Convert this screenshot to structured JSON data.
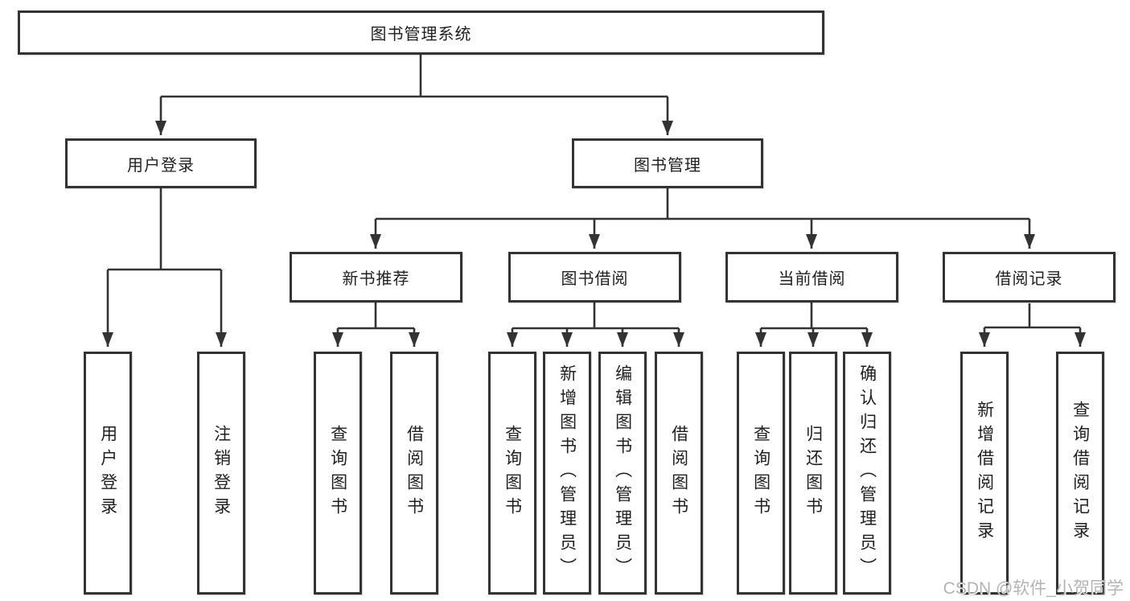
{
  "diagram_title": "图书管理系统",
  "tree": {
    "root": {
      "label": "图书管理系统"
    },
    "branches": [
      {
        "label": "用户登录",
        "children": [
          {
            "label": "用户登录"
          },
          {
            "label": "注销登录"
          }
        ]
      },
      {
        "label": "图书管理",
        "children": [
          {
            "label": "新书推荐",
            "children": [
              {
                "label": "查询图书"
              },
              {
                "label": "借阅图书"
              }
            ]
          },
          {
            "label": "图书借阅",
            "children": [
              {
                "label": "查询图书"
              },
              {
                "label": "新增图书（管理员）"
              },
              {
                "label": "编辑图书（管理员）"
              },
              {
                "label": "借阅图书"
              }
            ]
          },
          {
            "label": "当前借阅",
            "children": [
              {
                "label": "查询图书"
              },
              {
                "label": "归还图书"
              },
              {
                "label": "确认归还（管理员）"
              }
            ]
          },
          {
            "label": "借阅记录",
            "children": [
              {
                "label": "新增借阅记录"
              },
              {
                "label": "查询借阅记录"
              }
            ]
          }
        ]
      }
    ]
  },
  "watermark": "CSDN @软件_小贺同学",
  "colors": {
    "line": "#333333",
    "box_border": "#333333",
    "box_background": "#ffffff",
    "text": "#1f1f1f",
    "watermark_text": "#b3b3b3"
  }
}
